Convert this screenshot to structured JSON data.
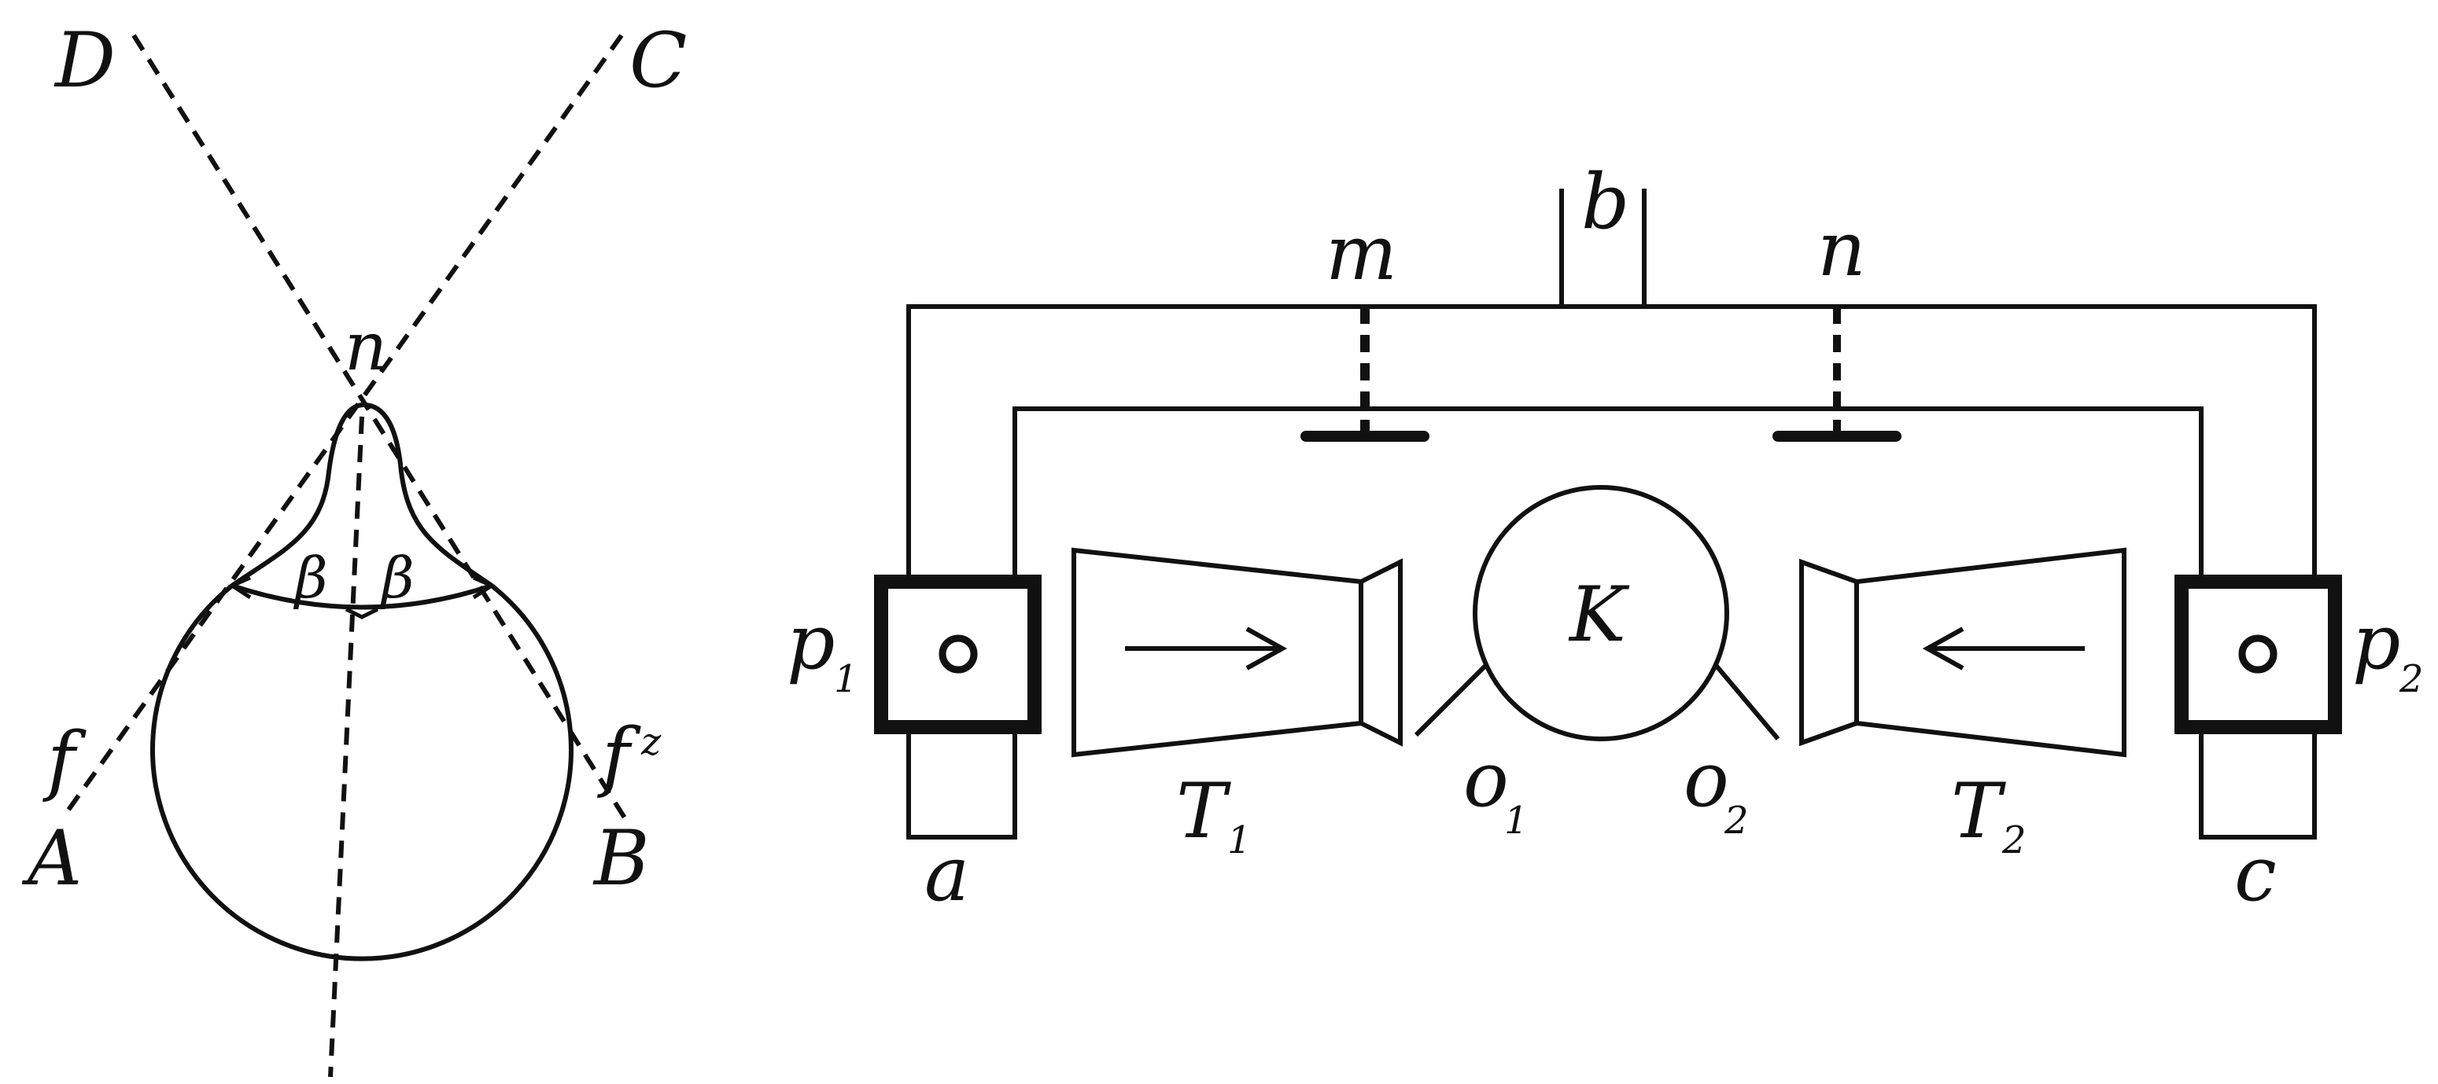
{
  "figure_left": {
    "labels": {
      "D": "D",
      "C": "C",
      "n": "n",
      "beta_left": "β",
      "beta_right": "β",
      "f": "f",
      "f2": "f",
      "f2_sup": "z",
      "A": "A",
      "B": "B"
    }
  },
  "figure_right": {
    "labels": {
      "b": "b",
      "m": "m",
      "n": "n",
      "p1": "p",
      "p1_sub": "1",
      "p2": "p",
      "p2_sub": "2",
      "K": "K",
      "T1": "T",
      "T1_sub": "1",
      "T2": "T",
      "T2_sub": "2",
      "o1": "o",
      "o1_sub": "1",
      "o2": "o",
      "o2_sub": "2",
      "a": "a",
      "c": "c"
    }
  },
  "colors": {
    "ink": "#111111",
    "paper": "#ffffff"
  }
}
